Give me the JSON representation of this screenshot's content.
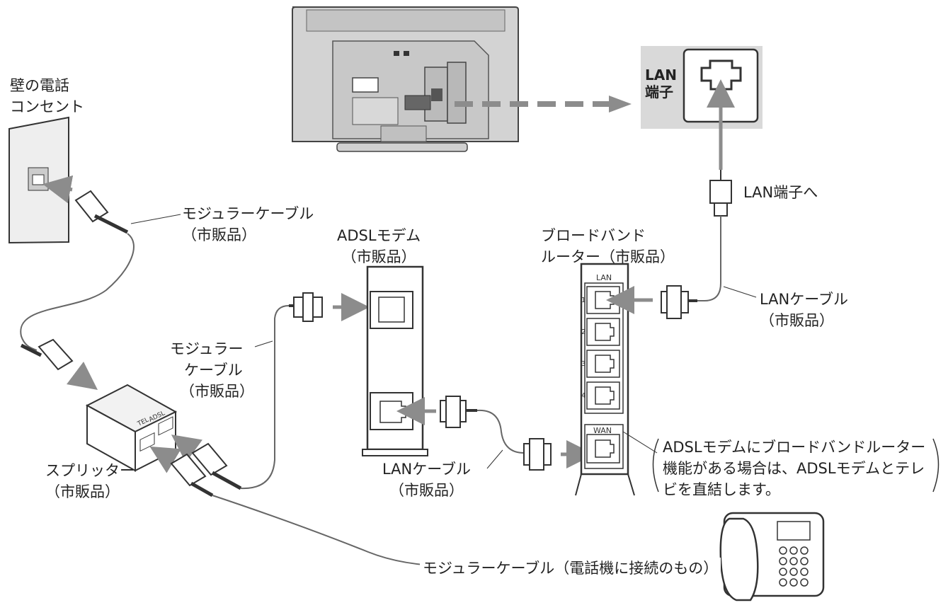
{
  "labels": {
    "wall_outlet": [
      "壁の電話",
      "コンセント"
    ],
    "modular_cable_1": [
      "モジュラーケーブル",
      "（市販品）"
    ],
    "adsl_modem": [
      "ADSLモデム",
      "（市販品）"
    ],
    "broadband_router": [
      "ブロードバンド",
      "ルーター（市販品）"
    ],
    "lan_port_box": [
      "LAN",
      "端子"
    ],
    "to_lan_port": "LAN端子へ",
    "lan_cable_1": [
      "LANケーブル",
      "（市販品）"
    ],
    "modular_cable_2": [
      "モジュラー",
      "ケーブル",
      "（市販品）"
    ],
    "splitter": [
      "スプリッター",
      "（市販品）"
    ],
    "lan_cable_2": [
      "LANケーブル",
      "（市販品）"
    ],
    "note": [
      "ADSLモデムにブロードバンドルーター",
      "機能がある場合は、ADSLモデムとテレ",
      "ビを直結します。"
    ],
    "modular_cable_phone": "モジュラーケーブル（電話機に接続のもの）"
  },
  "device_text": {
    "router_lan": "LAN",
    "router_wan": "WAN",
    "router_ports": [
      "1",
      "2",
      "3",
      "4"
    ],
    "splitter_tel": "TEL",
    "splitter_adsl": "ADSL"
  }
}
